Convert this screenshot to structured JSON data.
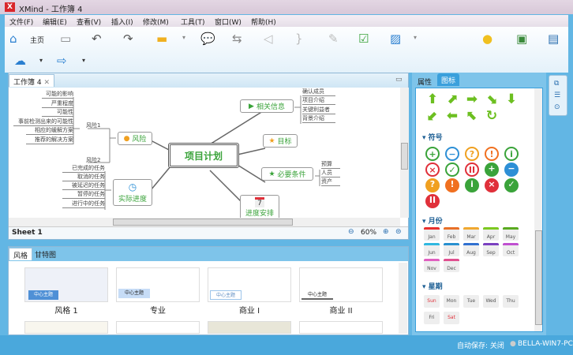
{
  "window": {
    "title": "XMind - 工作簿 4",
    "logo": "X"
  },
  "menu": [
    "文件(F)",
    "编辑(E)",
    "查看(V)",
    "插入(I)",
    "修改(M)",
    "工具(T)",
    "窗口(W)",
    "帮助(H)"
  ],
  "toolbar": {
    "home_label": "主页"
  },
  "editor": {
    "tab": "工作簿 4",
    "sheet": "Sheet 1",
    "zoom": "60%",
    "central": "项目计划",
    "nodes": {
      "info": "相关信息",
      "goal": "目标",
      "req": "必要条件",
      "schedule": "进度安排",
      "risk": "风险",
      "progress": "实际进度",
      "calendar_day": "7"
    },
    "risk_sub": [
      "风险1",
      "风险2"
    ],
    "risk_leaves": [
      "可能的影响",
      "严重程度",
      "可能性",
      "事前检测出来的可能性",
      "相应的缓解方案",
      "推荐的解决方案"
    ],
    "progress_leaves": [
      "已完成的任务",
      "取消的任务",
      "被延迟的任务",
      "暂停的任务",
      "进行中的任务"
    ],
    "info_leaves": [
      "确认成员",
      "项目介绍",
      "关键利益者",
      "背景介绍"
    ],
    "req_leaves": [
      "预算",
      "人员",
      "资产"
    ]
  },
  "bottom": {
    "tabs": [
      "风格",
      "甘特图"
    ],
    "styles": [
      "风格 1",
      "专业",
      "商业 I",
      "商业 II"
    ],
    "thumb_text": "中心主题"
  },
  "right": {
    "tabs": [
      "属性",
      "图标"
    ],
    "arrows": [
      "⬆",
      "⬈",
      "➡",
      "⬊",
      "⬇",
      "⬋",
      "⬅",
      "⬉",
      "↻"
    ],
    "symbols_title": "符号",
    "symbols": [
      {
        "g": "+",
        "c": "#3aa33a",
        "f": false
      },
      {
        "g": "−",
        "c": "#2d8fd6",
        "f": false
      },
      {
        "g": "?",
        "c": "#f0a020",
        "f": false
      },
      {
        "g": "!",
        "c": "#f07020",
        "f": false
      },
      {
        "g": "i",
        "c": "#3aa33a",
        "f": false
      },
      {
        "g": "×",
        "c": "#e0303a",
        "f": false
      },
      {
        "g": "✓",
        "c": "#3aa33a",
        "f": false
      },
      {
        "g": "II",
        "c": "#e0303a",
        "f": false
      },
      {
        "g": "+",
        "c": "#3aa33a",
        "f": true
      },
      {
        "g": "−",
        "c": "#2d8fd6",
        "f": true
      },
      {
        "g": "?",
        "c": "#f0a020",
        "f": true
      },
      {
        "g": "!",
        "c": "#f07020",
        "f": true
      },
      {
        "g": "i",
        "c": "#3aa33a",
        "f": true
      },
      {
        "g": "×",
        "c": "#e0303a",
        "f": true
      },
      {
        "g": "✓",
        "c": "#3aa33a",
        "f": true
      },
      {
        "g": "II",
        "c": "#e0303a",
        "f": true
      }
    ],
    "months_title": "月份",
    "months": [
      {
        "m": "Jan",
        "c": "#e8302e"
      },
      {
        "m": "Feb",
        "c": "#e87028"
      },
      {
        "m": "Mar",
        "c": "#f0a830"
      },
      {
        "m": "Apr",
        "c": "#7cc820"
      },
      {
        "m": "May",
        "c": "#5aaa20"
      },
      {
        "m": "Jun",
        "c": "#30b8e0"
      },
      {
        "m": "Jul",
        "c": "#2890d0"
      },
      {
        "m": "Aug",
        "c": "#3070d0"
      },
      {
        "m": "Sep",
        "c": "#7a40c0"
      },
      {
        "m": "Oct",
        "c": "#c050d0"
      },
      {
        "m": "Nov",
        "c": "#e060c0"
      },
      {
        "m": "Dec",
        "c": "#e05090"
      }
    ],
    "week_title": "星期",
    "week": [
      {
        "d": "Sun",
        "red": true
      },
      {
        "d": "Mon"
      },
      {
        "d": "Tue"
      },
      {
        "d": "Wed"
      },
      {
        "d": "Thu"
      },
      {
        "d": "Fri"
      },
      {
        "d": "Sat",
        "red": true
      }
    ]
  },
  "status": {
    "autosave": "自动保存: 关闭",
    "user": "BELLA-WIN7-PC"
  }
}
